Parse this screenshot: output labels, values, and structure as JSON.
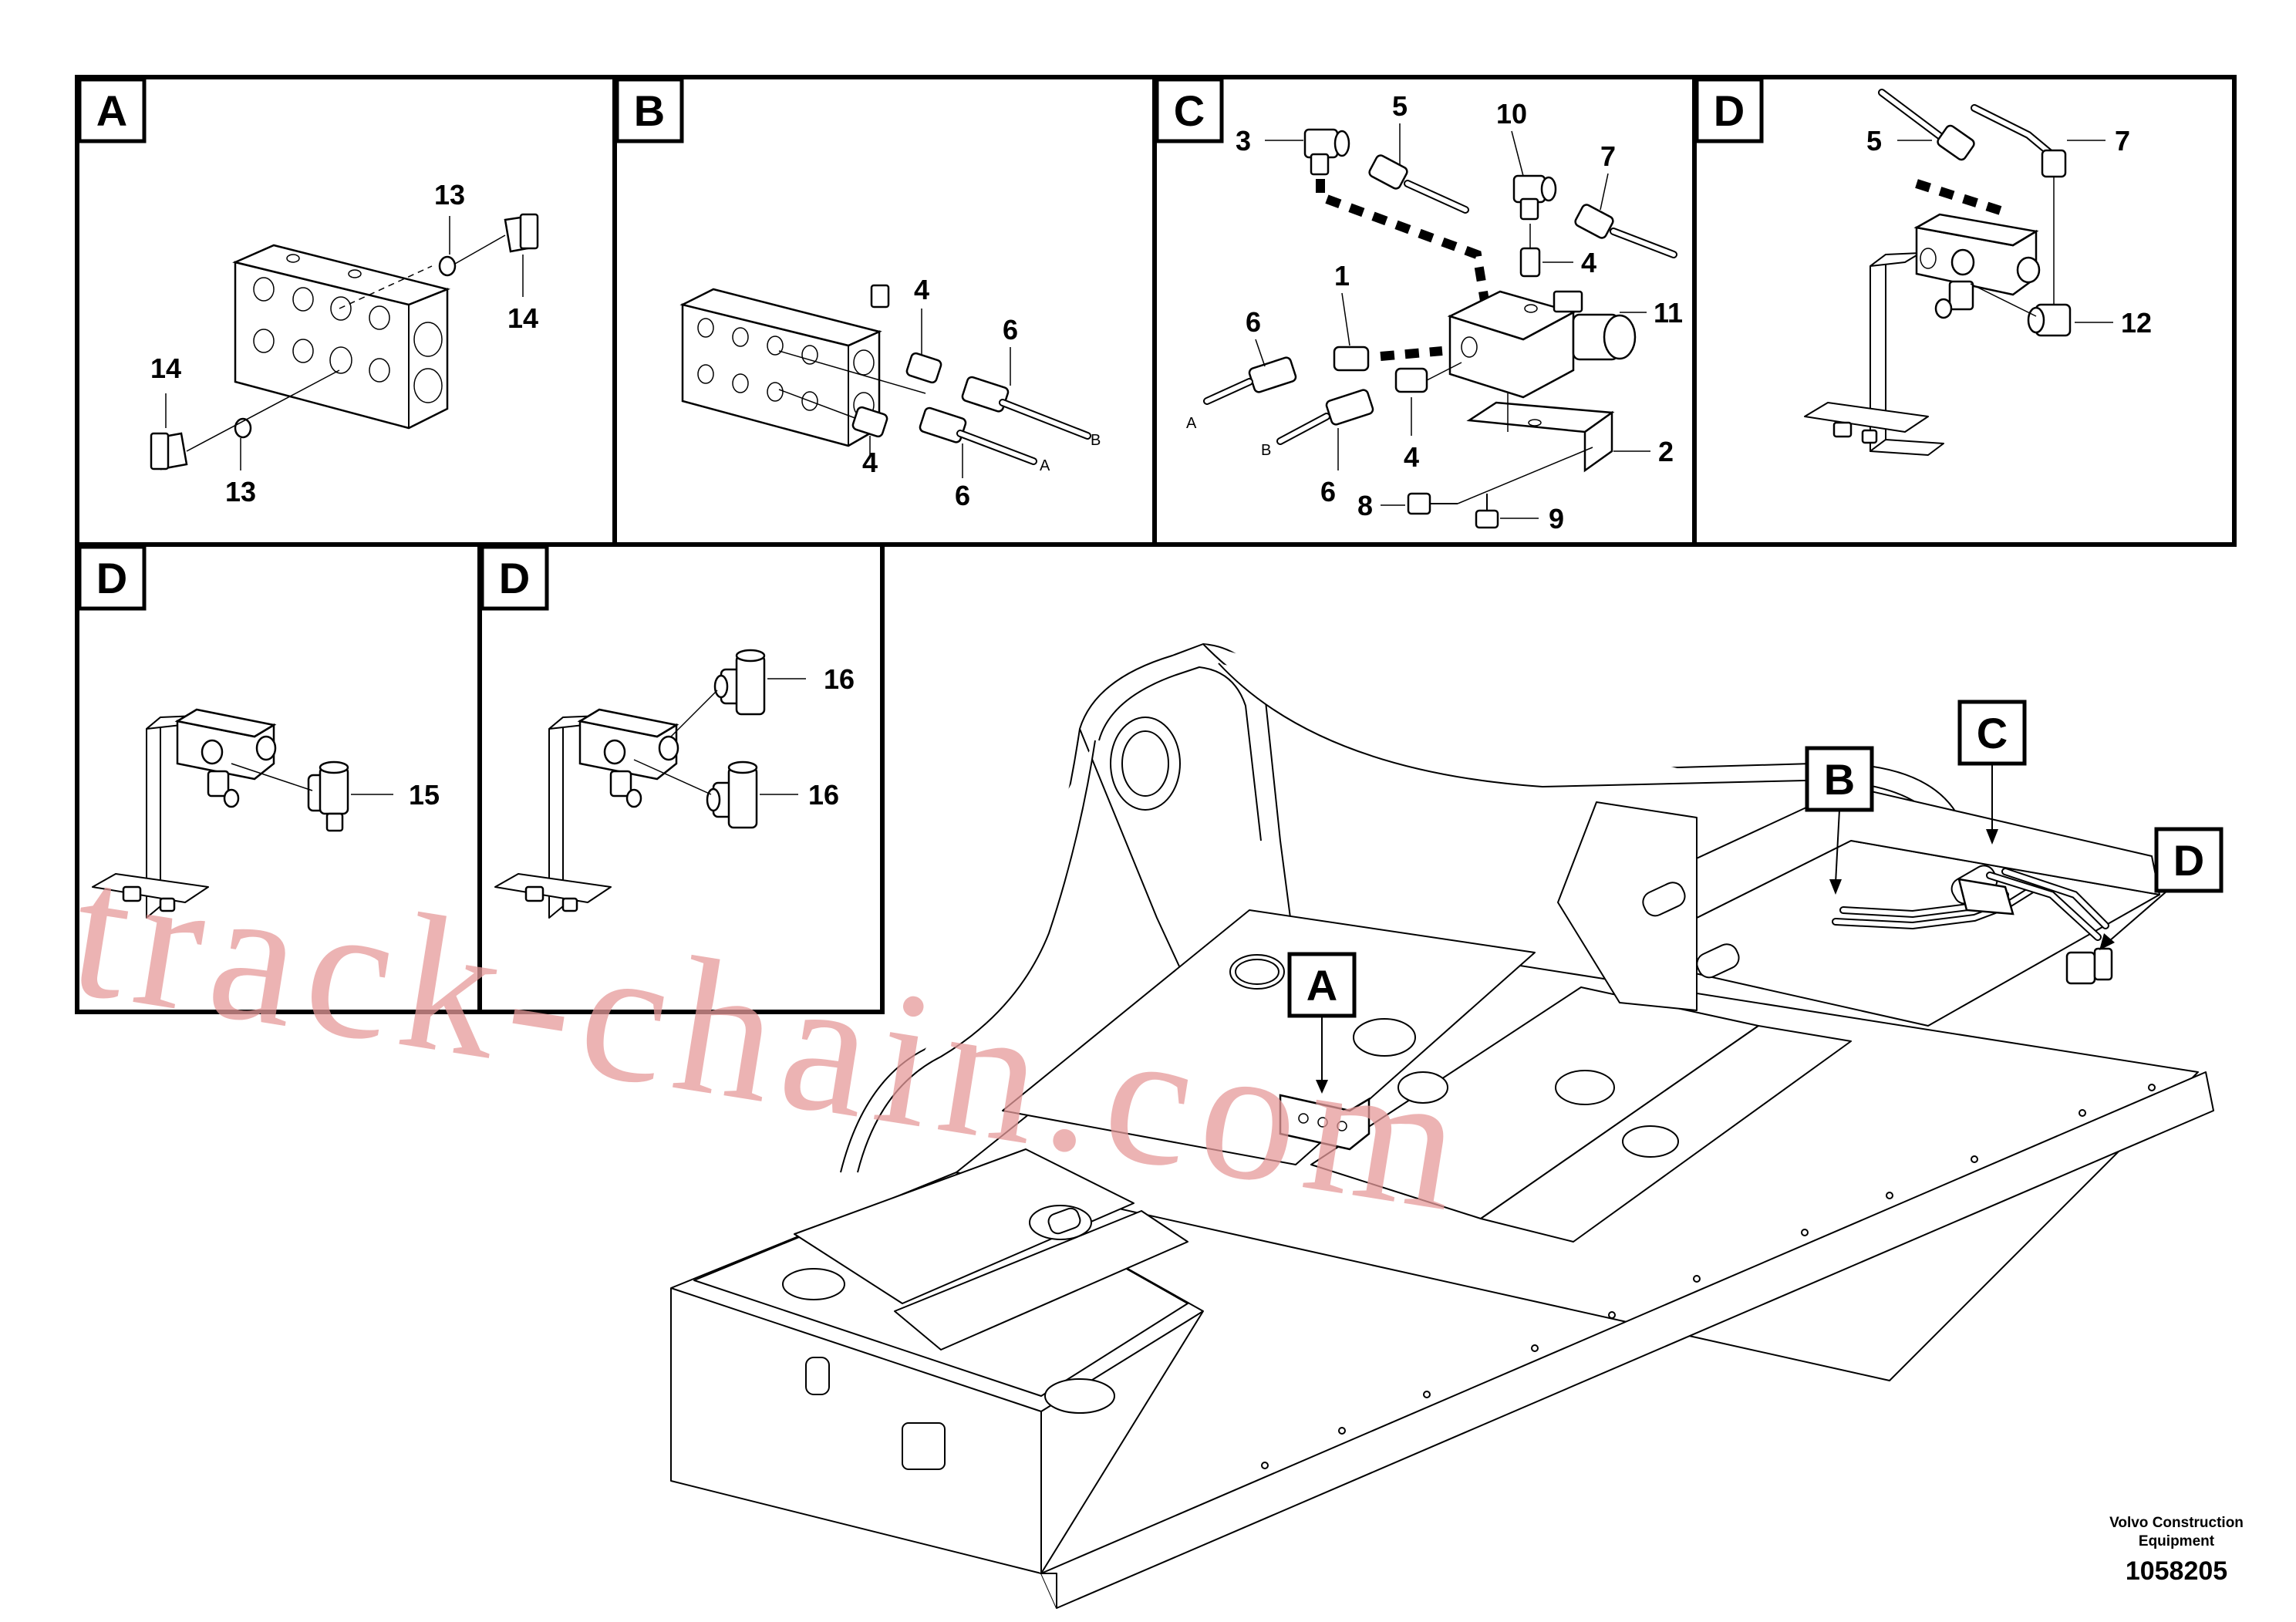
{
  "panels": {
    "a": {
      "tag": "A",
      "callouts": [
        "13",
        "14",
        "14",
        "13"
      ]
    },
    "b": {
      "tag": "B",
      "callouts": [
        "4",
        "6",
        "4",
        "6"
      ],
      "hose_ends": [
        "B",
        "A"
      ]
    },
    "c": {
      "tag": "C",
      "callouts": [
        "3",
        "5",
        "10",
        "7",
        "4",
        "11",
        "1",
        "6",
        "4",
        "6",
        "2",
        "8",
        "9"
      ],
      "hose_ends": [
        "A",
        "B"
      ]
    },
    "d1": {
      "tag": "D",
      "callouts": [
        "5",
        "7",
        "12"
      ]
    },
    "d2": {
      "tag": "D",
      "callouts": [
        "15"
      ]
    },
    "d3": {
      "tag": "D",
      "callouts": [
        "16",
        "16"
      ]
    }
  },
  "overview": {
    "tags": [
      "A",
      "B",
      "C",
      "D"
    ]
  },
  "watermark": "track-chain.com",
  "footer": {
    "brand_line1": "Volvo Construction",
    "brand_line2": "Equipment",
    "drawing_number": "1058205"
  }
}
